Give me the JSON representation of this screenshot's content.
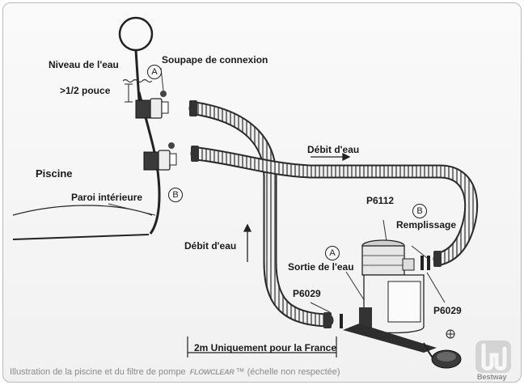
{
  "labels": {
    "water_level": "Niveau de l'eau",
    "half_inch": ">1/2 pouce",
    "connection_valve": "Soupape de connexion",
    "pool": "Piscine",
    "inner_wall": "Paroi intérieure",
    "water_flow_top": "Débit d'eau",
    "water_flow_side": "Débit d'eau",
    "p6112": "P6112",
    "filling": "Remplissage",
    "water_outlet": "Sortie de l'eau",
    "p6029_left": "P6029",
    "p6029_right": "P6029",
    "distance": "2m Uniquement pour la France"
  },
  "markers": {
    "a_top": "A",
    "b_top": "B",
    "a_pump": "A",
    "b_pump": "B"
  },
  "caption": {
    "before": "Illustration de la piscine et du filtre de pompe",
    "logo": "FLOWCLEAR",
    "after": "™ (échelle non respectée)"
  },
  "brand": {
    "name": "Bestway",
    "color": "#9a9a9a"
  },
  "colors": {
    "line": "#222222",
    "hose": "#e9e9e9"
  }
}
